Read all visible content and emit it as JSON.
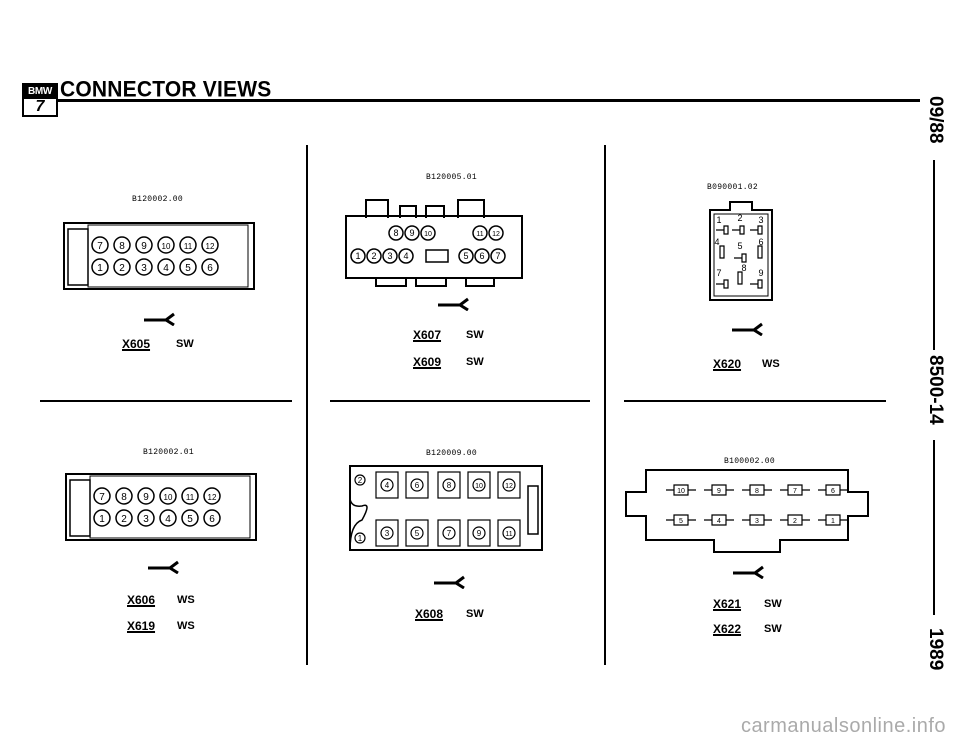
{
  "header": {
    "logo_brand": "BMW",
    "logo_series": "7",
    "title": "CONNECTOR VIEWS"
  },
  "side": {
    "date": "09/88",
    "page": "8500-14",
    "year": "1989"
  },
  "footer": {
    "watermark": "carmanualsonline.info"
  },
  "connectors": [
    {
      "code": "B120002.00",
      "labels": [
        {
          "id": "X605",
          "color": "SW"
        }
      ],
      "pins_top": [
        "7",
        "8",
        "9",
        "10",
        "11",
        "12"
      ],
      "pins_bottom": [
        "1",
        "2",
        "3",
        "4",
        "5",
        "6"
      ]
    },
    {
      "code": "B120005.01",
      "labels": [
        {
          "id": "X607",
          "color": "SW"
        },
        {
          "id": "X609",
          "color": "SW"
        }
      ],
      "pins_top": [
        "8",
        "9",
        "10",
        "11",
        "12"
      ],
      "pins_bottom": [
        "1",
        "2",
        "3",
        "4",
        "5",
        "6",
        "7"
      ]
    },
    {
      "code": "B090001.02",
      "labels": [
        {
          "id": "X620",
          "color": "WS"
        }
      ],
      "pins": [
        "1",
        "2",
        "3",
        "4",
        "5",
        "6",
        "7",
        "8",
        "9"
      ]
    },
    {
      "code": "B120002.01",
      "labels": [
        {
          "id": "X606",
          "color": "WS"
        },
        {
          "id": "X619",
          "color": "WS"
        }
      ],
      "pins_top": [
        "7",
        "8",
        "9",
        "10",
        "11",
        "12"
      ],
      "pins_bottom": [
        "1",
        "2",
        "3",
        "4",
        "5",
        "6"
      ]
    },
    {
      "code": "B120009.00",
      "labels": [
        {
          "id": "X608",
          "color": "SW"
        }
      ],
      "pins_side": [
        "2",
        "1"
      ],
      "pins_top": [
        "4",
        "6",
        "8",
        "10",
        "12"
      ],
      "pins_bottom": [
        "3",
        "5",
        "7",
        "9",
        "11"
      ]
    },
    {
      "code": "B100002.00",
      "labels": [
        {
          "id": "X621",
          "color": "SW"
        },
        {
          "id": "X622",
          "color": "SW"
        }
      ],
      "pins_top": [
        "10",
        "9",
        "8",
        "7",
        "6"
      ],
      "pins_bottom": [
        "5",
        "4",
        "3",
        "2",
        "1"
      ]
    }
  ]
}
